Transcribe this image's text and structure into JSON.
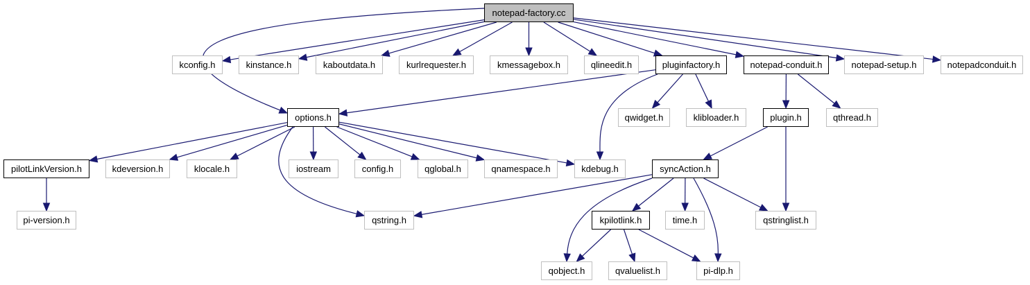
{
  "colors": {
    "edge": "#191970",
    "root_fill": "#bfbfbf",
    "documented_border": "#000000",
    "external_border": "#bfbfbf"
  },
  "nodes": [
    {
      "id": "root",
      "label": "notepad-factory.cc",
      "kind": "root"
    },
    {
      "id": "kconfig",
      "label": "kconfig.h",
      "kind": "ext"
    },
    {
      "id": "kinstance",
      "label": "kinstance.h",
      "kind": "ext"
    },
    {
      "id": "kaboutdata",
      "label": "kaboutdata.h",
      "kind": "ext"
    },
    {
      "id": "kurlrequester",
      "label": "kurlrequester.h",
      "kind": "ext"
    },
    {
      "id": "kmessagebox",
      "label": "kmessagebox.h",
      "kind": "ext"
    },
    {
      "id": "qlineedit",
      "label": "qlineedit.h",
      "kind": "ext"
    },
    {
      "id": "pluginfactory",
      "label": "pluginfactory.h",
      "kind": "doc"
    },
    {
      "id": "notepadconduit_h",
      "label": "notepad-conduit.h",
      "kind": "doc"
    },
    {
      "id": "notepadsetup",
      "label": "notepad-setup.h",
      "kind": "ext"
    },
    {
      "id": "notepadconduit2",
      "label": "notepadconduit.h",
      "kind": "ext"
    },
    {
      "id": "options",
      "label": "options.h",
      "kind": "doc"
    },
    {
      "id": "qwidget",
      "label": "qwidget.h",
      "kind": "ext"
    },
    {
      "id": "klibloader",
      "label": "klibloader.h",
      "kind": "ext"
    },
    {
      "id": "plugin",
      "label": "plugin.h",
      "kind": "doc"
    },
    {
      "id": "qthread",
      "label": "qthread.h",
      "kind": "ext"
    },
    {
      "id": "pilotLinkVersion",
      "label": "pilotLinkVersion.h",
      "kind": "doc"
    },
    {
      "id": "kdeversion",
      "label": "kdeversion.h",
      "kind": "ext"
    },
    {
      "id": "klocale",
      "label": "klocale.h",
      "kind": "ext"
    },
    {
      "id": "iostream",
      "label": "iostream",
      "kind": "ext"
    },
    {
      "id": "config",
      "label": "config.h",
      "kind": "ext"
    },
    {
      "id": "qglobal",
      "label": "qglobal.h",
      "kind": "ext"
    },
    {
      "id": "qnamespace",
      "label": "qnamespace.h",
      "kind": "ext"
    },
    {
      "id": "kdebug",
      "label": "kdebug.h",
      "kind": "ext"
    },
    {
      "id": "syncAction",
      "label": "syncAction.h",
      "kind": "doc"
    },
    {
      "id": "piversion",
      "label": "pi-version.h",
      "kind": "ext"
    },
    {
      "id": "qstring",
      "label": "qstring.h",
      "kind": "ext"
    },
    {
      "id": "kpilotlink",
      "label": "kpilotlink.h",
      "kind": "doc"
    },
    {
      "id": "time",
      "label": "time.h",
      "kind": "ext"
    },
    {
      "id": "qstringlist",
      "label": "qstringlist.h",
      "kind": "ext"
    },
    {
      "id": "qobject",
      "label": "qobject.h",
      "kind": "ext"
    },
    {
      "id": "qvaluelist",
      "label": "qvaluelist.h",
      "kind": "ext"
    },
    {
      "id": "pidlp",
      "label": "pi-dlp.h",
      "kind": "ext"
    }
  ],
  "edges": [
    [
      "root",
      "options"
    ],
    [
      "root",
      "kconfig"
    ],
    [
      "root",
      "kinstance"
    ],
    [
      "root",
      "kaboutdata"
    ],
    [
      "root",
      "kurlrequester"
    ],
    [
      "root",
      "kmessagebox"
    ],
    [
      "root",
      "qlineedit"
    ],
    [
      "root",
      "pluginfactory"
    ],
    [
      "root",
      "notepadconduit_h"
    ],
    [
      "root",
      "notepadsetup"
    ],
    [
      "root",
      "notepadconduit2"
    ],
    [
      "pluginfactory",
      "options"
    ],
    [
      "pluginfactory",
      "qwidget"
    ],
    [
      "pluginfactory",
      "klibloader"
    ],
    [
      "pluginfactory",
      "kdebug"
    ],
    [
      "notepadconduit_h",
      "plugin"
    ],
    [
      "notepadconduit_h",
      "qthread"
    ],
    [
      "options",
      "pilotLinkVersion"
    ],
    [
      "options",
      "kdeversion"
    ],
    [
      "options",
      "klocale"
    ],
    [
      "options",
      "qstring"
    ],
    [
      "options",
      "iostream"
    ],
    [
      "options",
      "config"
    ],
    [
      "options",
      "qglobal"
    ],
    [
      "options",
      "qnamespace"
    ],
    [
      "options",
      "kdebug"
    ],
    [
      "pilotLinkVersion",
      "piversion"
    ],
    [
      "plugin",
      "syncAction"
    ],
    [
      "plugin",
      "qstringlist"
    ],
    [
      "syncAction",
      "qstring"
    ],
    [
      "syncAction",
      "qobject"
    ],
    [
      "syncAction",
      "kpilotlink"
    ],
    [
      "syncAction",
      "time"
    ],
    [
      "syncAction",
      "pidlp"
    ],
    [
      "syncAction",
      "qstringlist"
    ],
    [
      "kpilotlink",
      "qobject"
    ],
    [
      "kpilotlink",
      "qvaluelist"
    ],
    [
      "kpilotlink",
      "pidlp"
    ]
  ]
}
